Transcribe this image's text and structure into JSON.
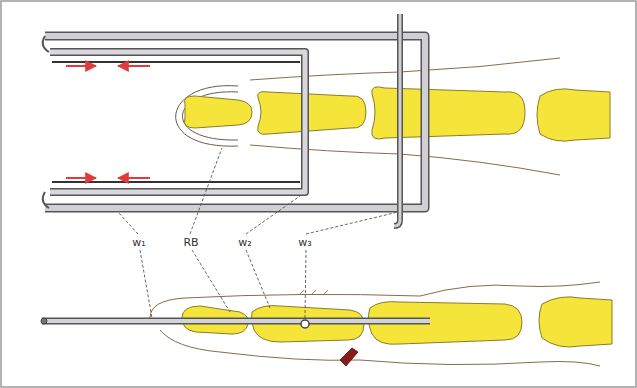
{
  "diagram": {
    "labels": [
      "w₁",
      "RB",
      "w₂",
      "w₃"
    ]
  }
}
